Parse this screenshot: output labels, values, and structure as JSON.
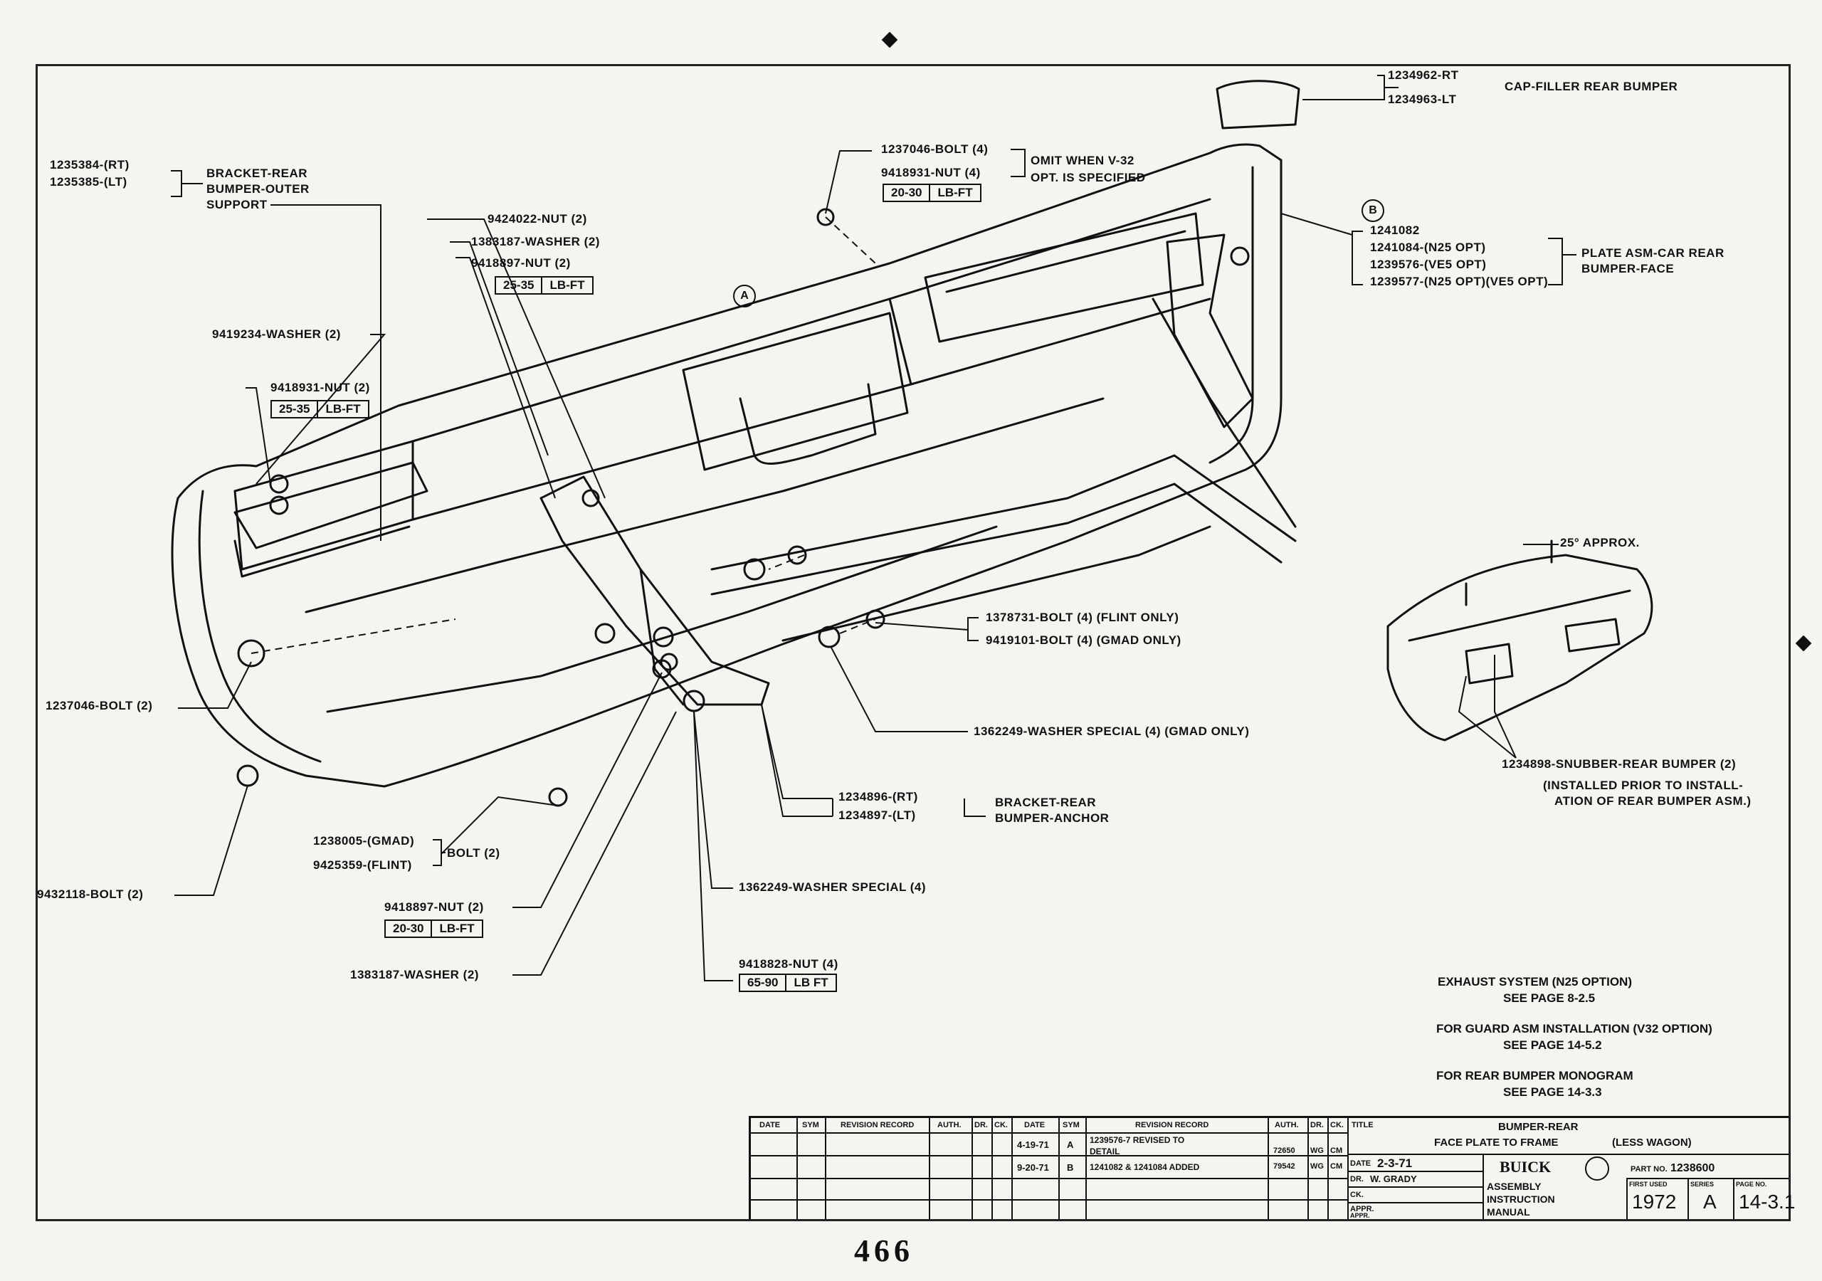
{
  "labels": {
    "bracket_outer_rt": "1235384-(RT)",
    "bracket_outer_lt": "1235385-(LT)",
    "bracket_outer_desc": "BRACKET-REAR",
    "bracket_outer_desc2": "BUMPER-OUTER",
    "bracket_outer_desc3": "SUPPORT",
    "nut_9424022": "9424022-NUT (2)",
    "washer_1383187_top": "1383187-WASHER (2)",
    "nut_9418897_top": "9418897-NUT (2)",
    "washer_9419234": "9419234-WASHER (2)",
    "nut_9418931_left": "9418931-NUT (2)",
    "bolt_1237046_left": "1237046-BOLT (2)",
    "bolt_9432118": "9432118-BOLT (2)",
    "bolt_1238005": "1238005-(GMAD)",
    "bolt_9425359": "9425359-(FLINT)",
    "bolt_group_suffix": "BOLT (2)",
    "nut_9418897_bottom": "9418897-NUT (2)",
    "washer_1383187_bottom": "1383187-WASHER (2)",
    "nut_9418828": "9418828-NUT (4)",
    "washer_special_bottom": "1362249-WASHER SPECIAL (4)",
    "bracket_anchor_rt": "1234896-(RT)",
    "bracket_anchor_lt": "1234897-(LT)",
    "bracket_anchor_desc": "BRACKET-REAR",
    "bracket_anchor_desc2": "BUMPER-ANCHOR",
    "washer_special_gmad": "1362249-WASHER SPECIAL (4) (GMAD ONLY)",
    "bolt_1378731": "1378731-BOLT (4) (FLINT ONLY)",
    "bolt_9419101": "9419101-BOLT (4) (GMAD ONLY)",
    "bolt_1237046_top": "1237046-BOLT (4)",
    "nut_9418931_top": "9418931-NUT (4)",
    "omit_note": "OMIT WHEN V-32",
    "omit_note2": "OPT. IS SPECIFIED",
    "cap_rt": "1234962-RT",
    "cap_lt": "1234963-LT",
    "cap_desc": "CAP-FILLER REAR BUMPER",
    "plate_1": "1241082",
    "plate_2": "1241084-(N25 OPT)",
    "plate_3": "1239576-(VE5 OPT)",
    "plate_4": "1239577-(N25 OPT)(VE5 OPT)",
    "plate_desc": "PLATE ASM-CAR REAR",
    "plate_desc2": "BUMPER-FACE",
    "approx": "25° APPROX.",
    "snubber": "1234898-SNUBBER-REAR BUMPER (2)",
    "snubber_note": "(INSTALLED PRIOR TO INSTALL-",
    "snubber_note2": "ATION OF REAR BUMPER ASM.)",
    "callout_a": "A",
    "callout_b": "B"
  },
  "torques": {
    "t1": [
      "25-35",
      "LB-FT"
    ],
    "t2": [
      "25-35",
      "LB-FT"
    ],
    "t3": [
      "20-30",
      "LB-FT"
    ],
    "t4": [
      "20-30",
      "LB-FT"
    ],
    "t5": [
      "65-90",
      "LB FT"
    ]
  },
  "notes": {
    "exhaust": "EXHAUST SYSTEM (N25 OPTION)",
    "exhaust_page": "SEE PAGE 8-2.5",
    "guard": "FOR GUARD ASM INSTALLATION (V32 OPTION)",
    "guard_page": "SEE PAGE 14-5.2",
    "monogram": "FOR REAR BUMPER MONOGRAM",
    "monogram_page": "SEE PAGE 14-3.3"
  },
  "title_block": {
    "headers_left": [
      "DATE",
      "SYM",
      "REVISION RECORD",
      "AUTH.",
      "DR.",
      "CK."
    ],
    "headers_right": [
      "DATE",
      "SYM",
      "REVISION RECORD",
      "AUTH.",
      "DR.",
      "CK."
    ],
    "rev1": {
      "date": "4-19-71",
      "sym": "A",
      "record": "1239576-7 REVISED TO",
      "record2": "DETAIL",
      "auth": "72650",
      "dr": "WG",
      "ck": "CM"
    },
    "rev2": {
      "date": "9-20-71",
      "sym": "B",
      "record": "1241082 & 1241084 ADDED",
      "auth": "79542",
      "dr": "WG",
      "ck": "CM"
    },
    "title_label": "TITLE",
    "title1": "BUMPER-REAR",
    "title2": "FACE PLATE TO FRAME",
    "title3": "(LESS WAGON)",
    "date_label": "DATE",
    "date": "2-3-71",
    "dr_label": "DR.",
    "dr": "W. GRADY",
    "ck_label": "CK.",
    "appr_label": "APPR.",
    "appr2_label": "APPR.",
    "brand": "BUICK",
    "manual1": "ASSEMBLY",
    "manual2": "INSTRUCTION",
    "manual3": "MANUAL",
    "part_label": "PART NO.",
    "part_no": "1238600",
    "first_used_label": "FIRST USED",
    "first_used": "1972",
    "series_label": "SERIES",
    "series": "A",
    "page_label": "PAGE NO.",
    "page_no": "14-3.1"
  },
  "page_number": "466"
}
